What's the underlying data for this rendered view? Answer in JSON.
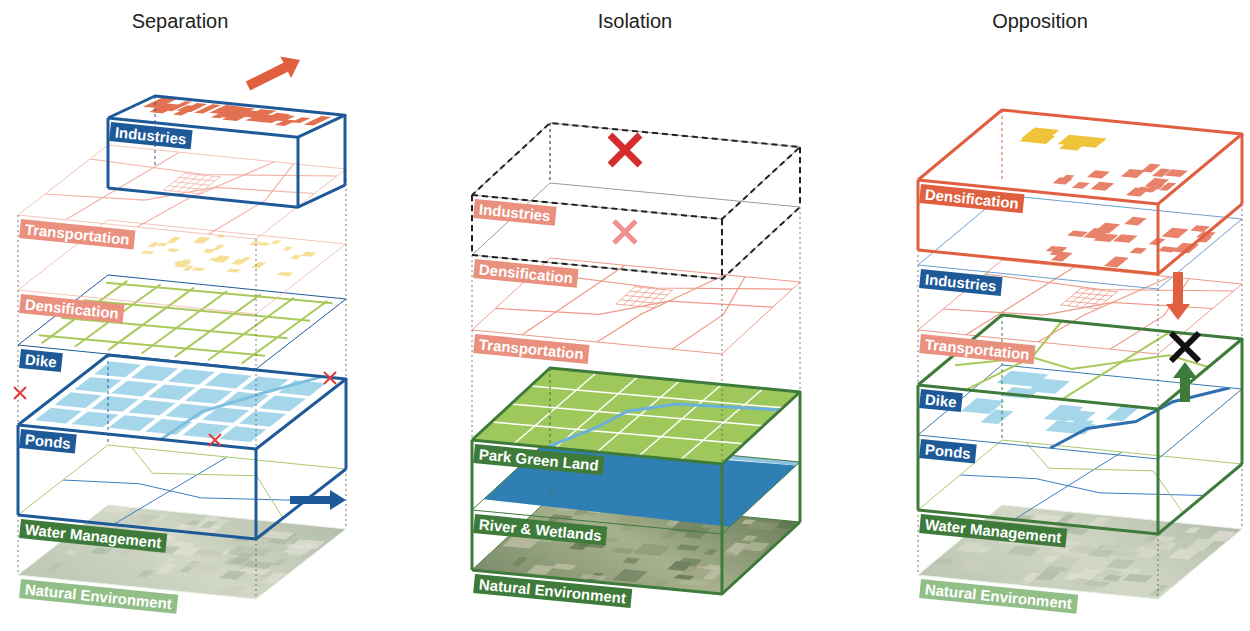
{
  "diagram": {
    "nodes": [
      {
        "text": [
          "Industries"
        ]
      },
      {
        "text": [
          "Transportation"
        ]
      },
      {
        "text": [
          "Densification"
        ]
      },
      {
        "text": [
          "Dike"
        ]
      },
      {
        "text": [
          "Ponds"
        ]
      },
      {
        "text": [
          "Water Management"
        ]
      },
      {
        "text": [
          "Natural Environment"
        ]
      },
      {
        "text": [
          "Industries"
        ]
      },
      {
        "text": [
          "Densification"
        ]
      },
      {
        "text": [
          "Transportation"
        ]
      },
      {
        "text": [
          "Park Green Land"
        ]
      },
      {
        "text": [
          "River & Wetlands"
        ]
      },
      {
        "text": [
          "Natural Environment"
        ]
      },
      {
        "text": [
          "Densification"
        ]
      },
      {
        "text": [
          "Industries"
        ]
      },
      {
        "text": [
          "Transportation"
        ]
      },
      {
        "text": [
          "Dike"
        ]
      },
      {
        "text": [
          "Ponds"
        ]
      },
      {
        "text": [
          "Water Management"
        ]
      },
      {
        "text": [
          "Natural Environment"
        ]
      }
    ],
    "labels": [
      "Separation",
      "Isolation",
      "Opposition"
    ]
  }
}
